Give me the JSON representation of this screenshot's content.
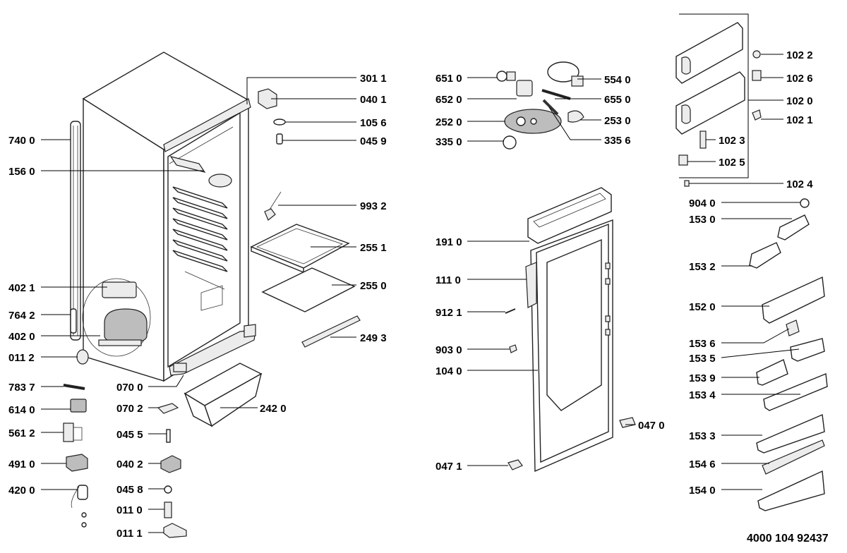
{
  "callouts": {
    "c7400": "740 0",
    "c1560": "156 0",
    "c4021": "402 1",
    "c7642": "764 2",
    "c4020": "402 0",
    "c0112": "011 2",
    "c7837": "783 7",
    "c6140": "614 0",
    "c5612": "561 2",
    "c4910": "491 0",
    "c4200": "420 0",
    "c0700": "070 0",
    "c0702": "070 2",
    "c0455": "045 5",
    "c0402": "040 2",
    "c0458": "045 8",
    "c0110": "011 0",
    "c0111": "011 1",
    "c2420": "242 0",
    "c3011": "301 1",
    "c0401": "040 1",
    "c1056": "105 6",
    "c0459": "045 9",
    "c9932": "993 2",
    "c2551": "255 1",
    "c2550": "255 0",
    "c2493": "249 3",
    "c6510": "651 0",
    "c6520": "652 0",
    "c2520": "252 0",
    "c3350": "335 0",
    "c5540": "554 0",
    "c6550": "655 0",
    "c2530": "253 0",
    "c3356": "335 6",
    "c1910": "191 0",
    "c1110": "111 0",
    "c9121": "912 1",
    "c9030": "903 0",
    "c1040": "104 0",
    "c0471": "047 1",
    "c0470": "047 0",
    "c1022": "102 2",
    "c1026": "102 6",
    "c1020": "102 0",
    "c1021": "102 1",
    "c1023": "102 3",
    "c1025": "102 5",
    "c1024": "102 4",
    "c9040": "904 0",
    "c1530": "153 0",
    "c1532": "153 2",
    "c1520": "152 0",
    "c1536": "153 6",
    "c1535": "153 5",
    "c1539": "153 9",
    "c1534": "153 4",
    "c1533": "153 3",
    "c1546": "154 6",
    "c1540": "154 0"
  },
  "drawing_number": "4000 104 92437"
}
